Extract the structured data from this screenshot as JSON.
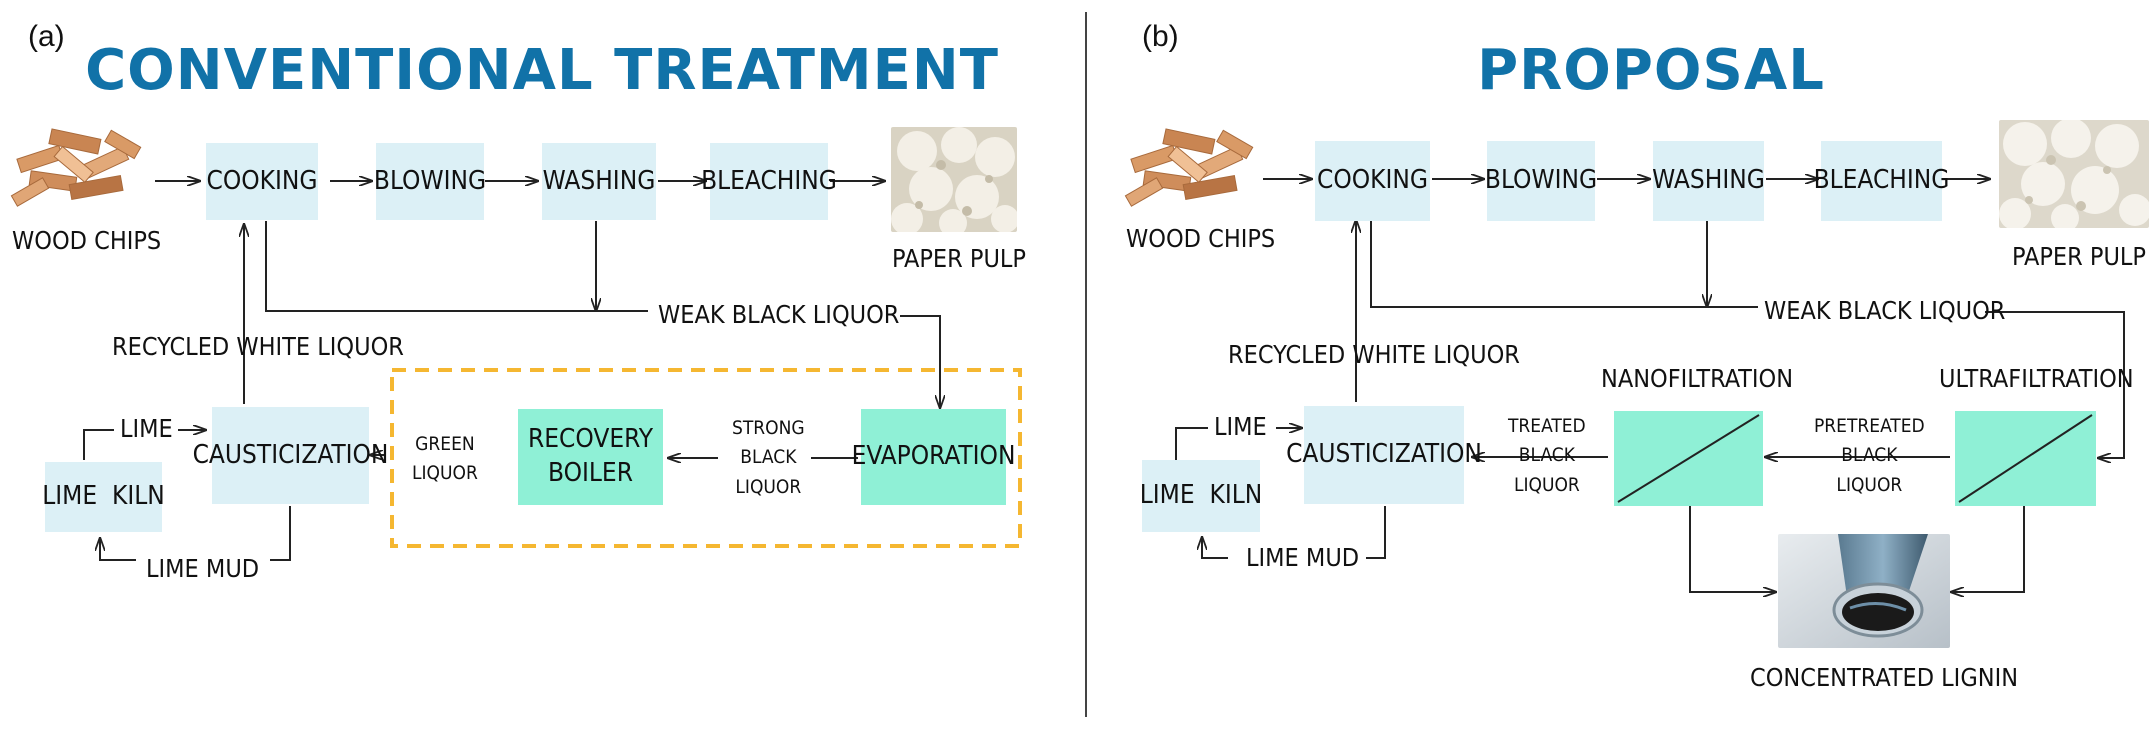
{
  "colors": {
    "title": "#1172a8",
    "process_box": "#dcf0f6",
    "highlight_box": "#8ff0d6",
    "dashed_border": "#f5b731",
    "line": "#222222"
  },
  "icons": [
    "wood-chips-photo",
    "paper-pulp-photo",
    "concentrated-lignin-photo",
    "membrane-icon"
  ],
  "panel_a": {
    "letter": "(a)",
    "title": "CONVENTIONAL TREATMENT",
    "wood_chips": "WOOD CHIPS",
    "cooking": "COOKING",
    "blowing": "BLOWING",
    "washing": "WASHING",
    "bleaching": "BLEACHING",
    "paper_pulp": "PAPER PULP",
    "weak_black_liquor": "WEAK BLACK LIQUOR",
    "recycled_white_liquor": "RECYCLED WHITE LIQUOR",
    "lime": "LIME",
    "lime_kiln": "LIME  KILN",
    "causticization": "CAUSTICIZATION",
    "lime_mud": "LIME MUD",
    "green_liquor": [
      "GREEN",
      "LIQUOR"
    ],
    "recovery_boiler": [
      "RECOVERY",
      "BOILER"
    ],
    "strong_black_liquor": [
      "STRONG",
      "BLACK",
      "LIQUOR"
    ],
    "evaporation": "EVAPORATION"
  },
  "panel_b": {
    "letter": "(b)",
    "title": "PROPOSAL",
    "wood_chips": "WOOD CHIPS",
    "cooking": "COOKING",
    "blowing": "BLOWING",
    "washing": "WASHING",
    "bleaching": "BLEACHING",
    "paper_pulp": "PAPER PULP",
    "weak_black_liquor": "WEAK BLACK LIQUOR",
    "recycled_white_liquor": "RECYCLED WHITE LIQUOR",
    "lime": "LIME",
    "lime_kiln": "LIME  KILN",
    "causticization": "CAUSTICIZATION",
    "lime_mud": "LIME MUD",
    "treated_black_liquor": [
      "TREATED",
      "BLACK",
      "LIQUOR"
    ],
    "nanofiltration": "NANOFILTRATION",
    "pretreated_black_liquor": [
      "PRETREATED",
      "BLACK",
      "LIQUOR"
    ],
    "ultrafiltration": "ULTRAFILTRATION",
    "concentrated_lignin": "CONCENTRATED LIGNIN"
  }
}
